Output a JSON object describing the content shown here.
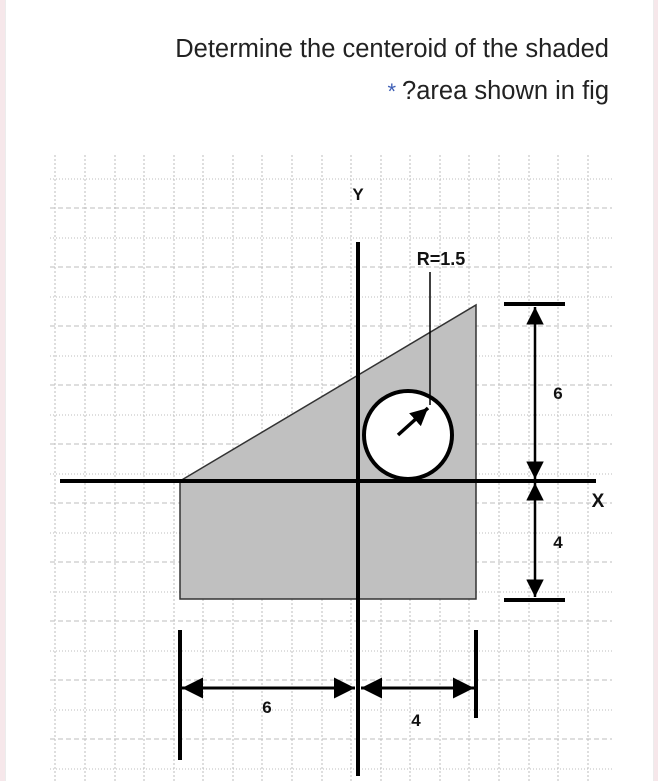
{
  "question": {
    "line1": "Determine the centeroid of the shaded",
    "required_marker": "*",
    "line2": "?area shown in fig"
  },
  "figure": {
    "axis_y_label": "Y",
    "axis_x_label": "X",
    "radius_label": "R=1.5",
    "dim_vertical_top": "6",
    "dim_vertical_bottom": "4",
    "dim_horizontal_left": "6",
    "dim_horizontal_right": "4",
    "colors": {
      "shaded": "#c0c0c0",
      "lines": "#000000",
      "grid": "#b9b9b9",
      "hole": "#ffffff"
    }
  }
}
